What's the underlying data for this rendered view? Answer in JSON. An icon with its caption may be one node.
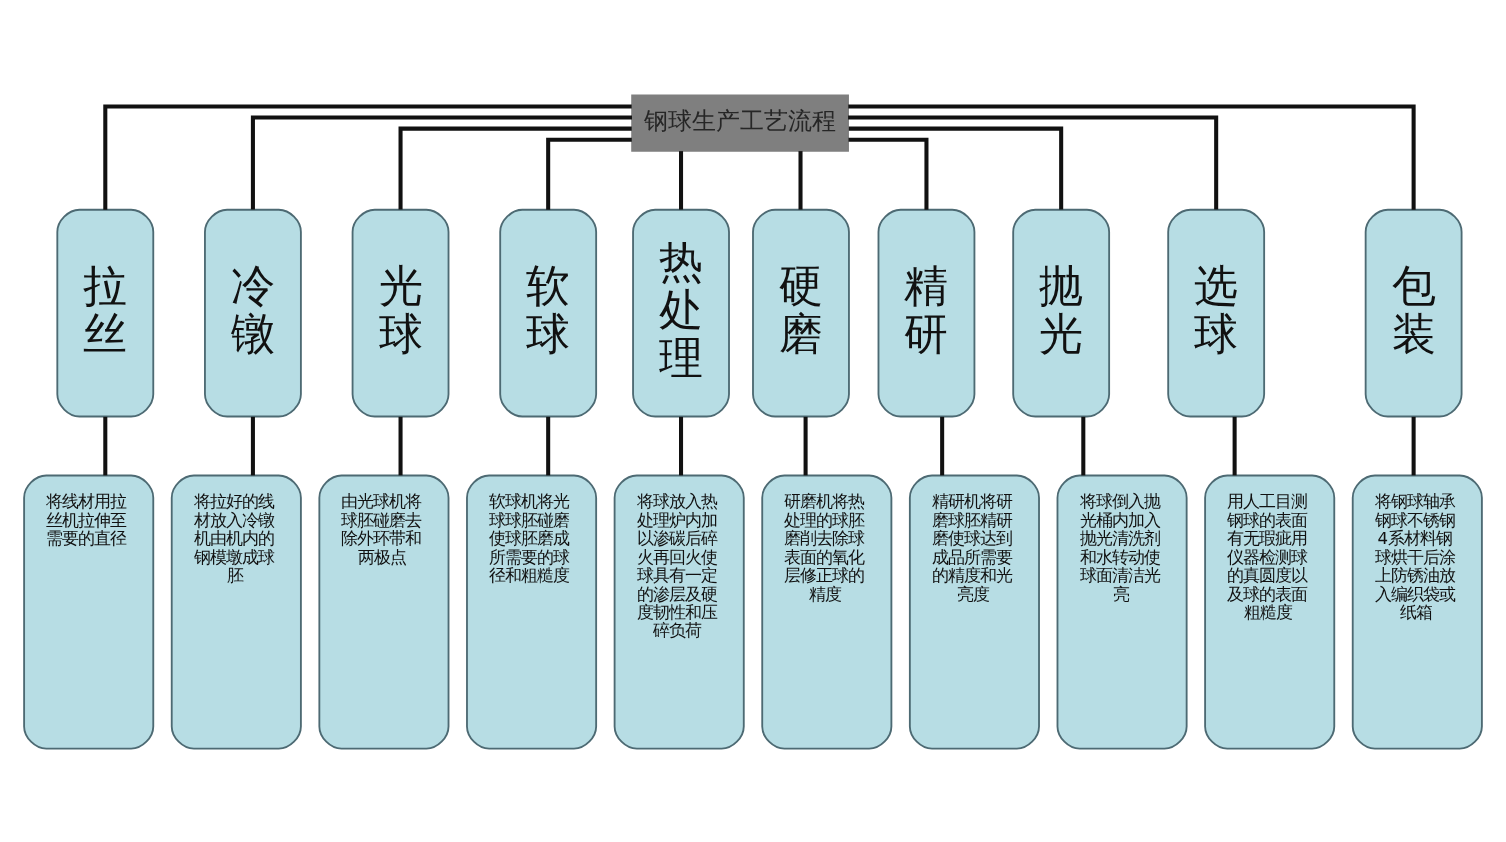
{
  "diagram": {
    "nodes": [
      {
        "text": [
          "钢球生产工艺流程"
        ]
      },
      {
        "text": [
          "拉丝"
        ]
      },
      {
        "text": [
          "冷镦"
        ]
      },
      {
        "text": [
          "光球"
        ]
      },
      {
        "text": [
          "软球"
        ]
      },
      {
        "text": [
          "热处理"
        ]
      },
      {
        "text": [
          "硬磨"
        ]
      },
      {
        "text": [
          "精研"
        ]
      },
      {
        "text": [
          "抛光"
        ]
      },
      {
        "text": [
          "选球"
        ]
      },
      {
        "text": [
          "包装"
        ]
      },
      {
        "text": [
          "将线材用拉丝机拉伸至需要的直径"
        ]
      },
      {
        "text": [
          "将拉好的线材放入冷镦机由机内的钢模墩成球胚"
        ]
      },
      {
        "text": [
          "由光球机将球胚碰磨去除外环带和两极点"
        ]
      },
      {
        "text": [
          "软球机将光球球胚碰磨使球胚磨成所需要的球径和粗糙度"
        ]
      },
      {
        "text": [
          "将球放入热处理炉内加以渗碳后碎火再回火使球具有一定的渗层及硬度韧性和压碎负荷"
        ]
      },
      {
        "text": [
          "研磨机将热处理的球胚磨削去除球表面的氧化层修正球的精度"
        ]
      },
      {
        "text": [
          "精研机将研磨球胚精研磨使球达到成品所需要的精度和光亮度"
        ]
      },
      {
        "text": [
          "将球倒入抛光桶内加入抛光清洗剂和水转动使球面清洁光亮"
        ]
      },
      {
        "text": [
          "用人工目测钢球的表面有无瑕疵用仪器检测球的真圆度以及球的表面粗糙度"
        ]
      },
      {
        "text": [
          "将钢球轴承钢球不锈钢4系材料钢球烘干后涂上防锈油放入编织袋或纸箱"
        ]
      }
    ],
    "edges": [
      {
        "from": 0,
        "to": 1,
        "arrow": "none"
      },
      {
        "from": 0,
        "to": 2,
        "arrow": "none"
      },
      {
        "from": 0,
        "to": 3,
        "arrow": "none"
      },
      {
        "from": 0,
        "to": 4,
        "arrow": "none"
      },
      {
        "from": 0,
        "to": 5,
        "arrow": "none"
      },
      {
        "from": 0,
        "to": 6,
        "arrow": "none"
      },
      {
        "from": 0,
        "to": 7,
        "arrow": "none"
      },
      {
        "from": 0,
        "to": 8,
        "arrow": "none"
      },
      {
        "from": 0,
        "to": 9,
        "arrow": "none"
      },
      {
        "from": 0,
        "to": 10,
        "arrow": "none"
      },
      {
        "from": 1,
        "to": 11,
        "arrow": "none"
      },
      {
        "from": 2,
        "to": 12,
        "arrow": "none"
      },
      {
        "from": 3,
        "to": 13,
        "arrow": "none"
      },
      {
        "from": 4,
        "to": 14,
        "arrow": "none"
      },
      {
        "from": 5,
        "to": 15,
        "arrow": "none"
      },
      {
        "from": 6,
        "to": 16,
        "arrow": "none"
      },
      {
        "from": 7,
        "to": 17,
        "arrow": "none"
      },
      {
        "from": 8,
        "to": 18,
        "arrow": "none"
      },
      {
        "from": 9,
        "to": 19,
        "arrow": "none"
      },
      {
        "from": 10,
        "to": 20,
        "arrow": "none"
      }
    ]
  }
}
